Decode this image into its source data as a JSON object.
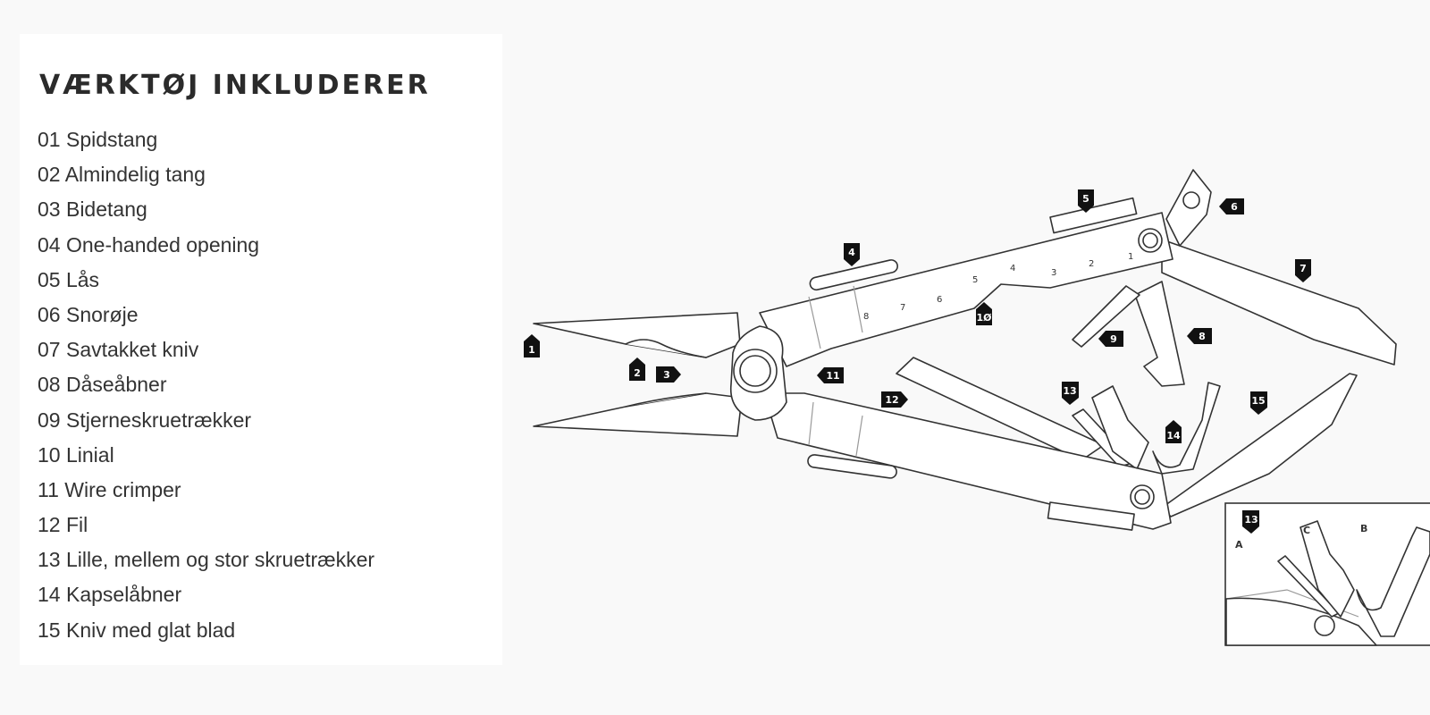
{
  "title": "VÆRKTØJ INKLUDERER",
  "items": [
    "01 Spidstang",
    "02 Almindelig tang",
    "03 Bidetang",
    "04 One-handed opening",
    "05 Lås",
    "06 Snorøje",
    "07 Savtakket kniv",
    "08 Dåseåbner",
    "09 Stjerneskruetrækker",
    "10 Linial",
    "11 Wire crimper",
    "12 Fil",
    "13 Lille, mellem og stor skruetrækker",
    "14 Kapselåbner",
    "15 Kniv med glat blad"
  ],
  "tags": [
    "1",
    "2",
    "3",
    "4",
    "5",
    "6",
    "7",
    "8",
    "9",
    "1Ø",
    "11",
    "12",
    "13",
    "14",
    "15"
  ],
  "ruler": [
    "8",
    "7",
    "6",
    "5",
    "4",
    "3",
    "2",
    "1"
  ],
  "inset": {
    "tag": "13",
    "labels": [
      "A",
      "B",
      "C"
    ]
  }
}
